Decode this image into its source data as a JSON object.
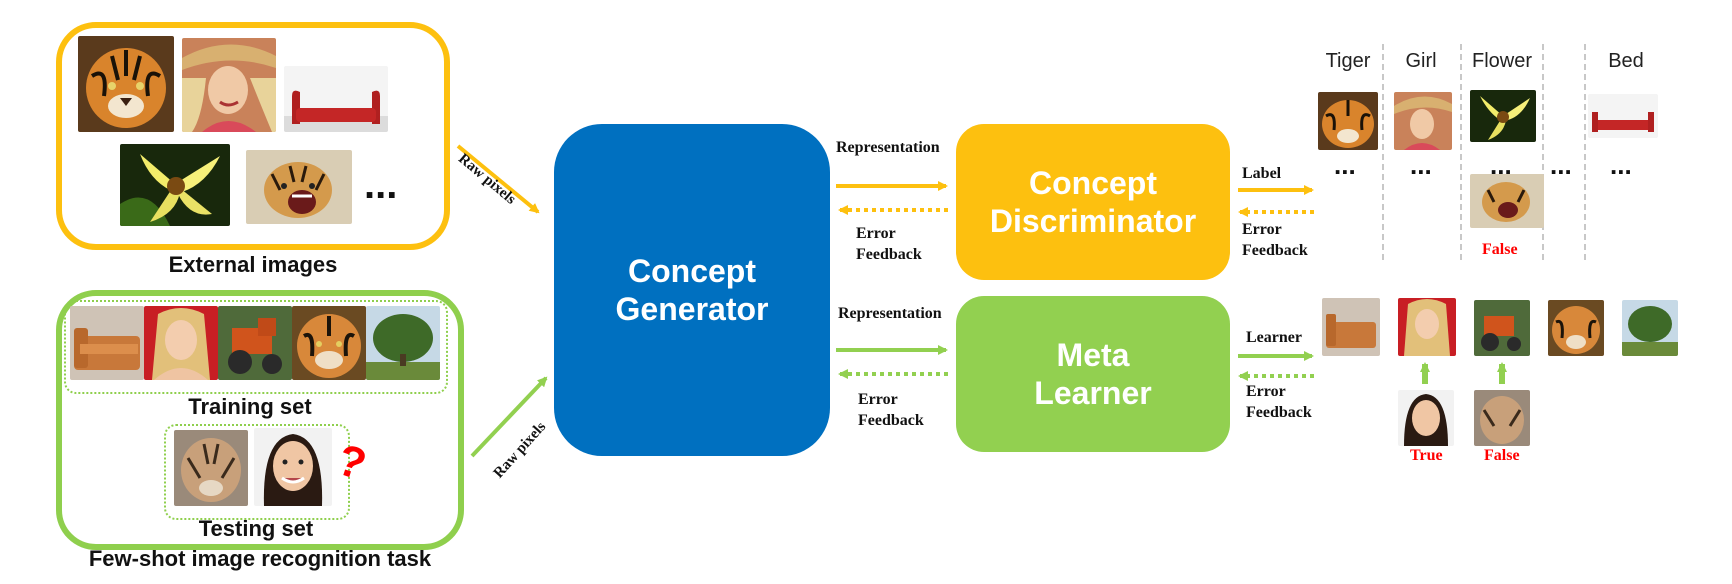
{
  "diagram": {
    "external_caption": "External images",
    "task_caption": "Few-shot image recognition task",
    "training_caption": "Training set",
    "testing_caption": "Testing set",
    "question_mark": "?",
    "ellipsis": "...",
    "raw_pixels_top": "Raw pixels",
    "raw_pixels_bottom": "Raw pixels",
    "generator": "Concept Generator",
    "discriminator": "Concept Discriminator",
    "meta_learner": "Meta Learner",
    "representation_top": "Representation",
    "representation_bottom": "Representation",
    "error_feedback_1": "Error Feedback",
    "error_feedback_2": "Error Feedback",
    "error_feedback_3": "Error Feedback",
    "error_feedback_4": "Error Feedback",
    "label": "Label",
    "learner": "Learner",
    "columns": [
      "Tiger",
      "Girl",
      "Flower",
      "Bed"
    ],
    "false_top": "False",
    "true_bottom": "True",
    "false_bottom": "False",
    "dots": "..."
  },
  "colors": {
    "generator": "#0070c0",
    "discriminator": "#fdc00f",
    "meta_learner": "#92d050",
    "false_text": "#ff0000"
  },
  "icons": {
    "tiger": "tiger-photo",
    "girl": "girl-photo",
    "bed": "bed-photo",
    "flower": "flower-photo",
    "cub": "tiger-cub-photo",
    "tractor": "tractor-photo",
    "tree": "tree-photo",
    "woman": "woman-photo"
  }
}
